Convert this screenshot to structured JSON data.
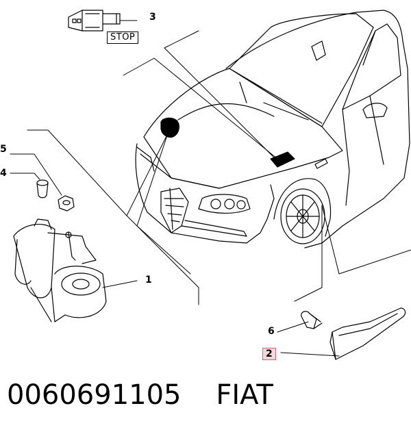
{
  "callouts": {
    "part_1": "1",
    "part_2": "2",
    "part_3": "3",
    "part_4": "4",
    "part_5": "5",
    "part_6": "6",
    "stop_label": "STOP"
  },
  "footer": {
    "part_number": "0060691105",
    "brand": "FIAT"
  },
  "colors": {
    "line": "#000000",
    "highlight_fill": "#f7d6dd",
    "highlight_border": "#e0607a"
  }
}
